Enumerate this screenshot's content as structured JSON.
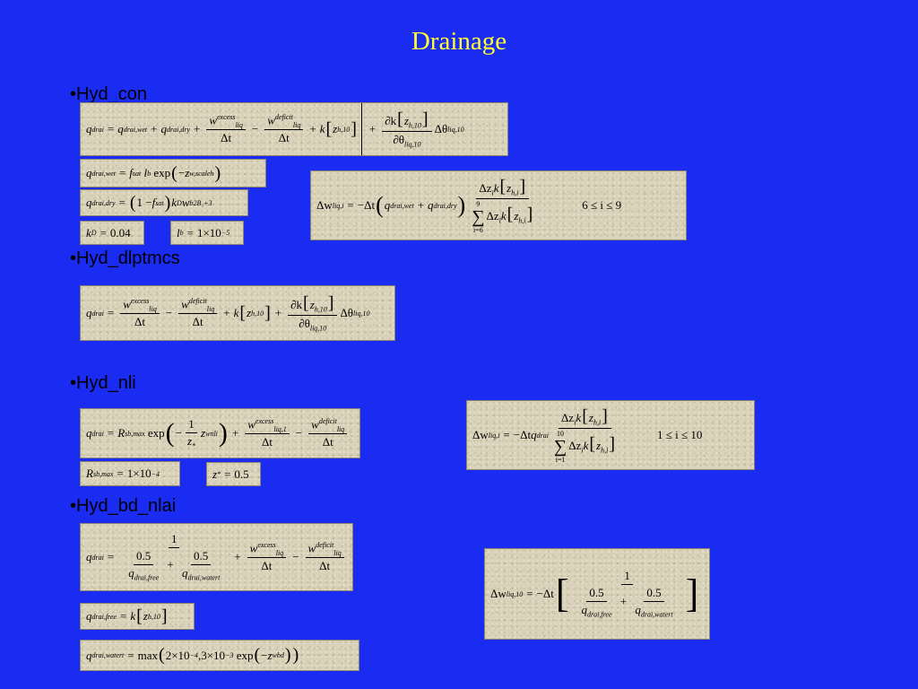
{
  "slide": {
    "title": "Drainage",
    "bullets": {
      "hyd_con": "•Hyd_con",
      "hyd_dlptmcs": "•Hyd_dlptmcs",
      "hyd_nli": "•Hyd_nli",
      "hyd_bd_nlai": "•Hyd_bd_nlai"
    },
    "symbols": {
      "eq": "=",
      "plus": "+",
      "minus": "−",
      "dt": "Δt",
      "mdt": "−Δt",
      "exp": "exp",
      "max": "max",
      "q": "q",
      "w": "w",
      "k": "k",
      "z": "z",
      "f": "f",
      "l": "l",
      "R": "R",
      "dw": "Δw",
      "dzk": "Δz",
      "dk": "∂k",
      "dtheta": "∂θ",
      "Dtheta": "Δθ",
      "one": "1",
      "half": "0.5"
    },
    "subs": {
      "drai": "drai",
      "drai_wet": "drai,wet",
      "drai_dry": "drai,dry",
      "drai_free": "drai,free",
      "drai_watert": "drai,watert",
      "liq": "liq",
      "liq1": "liq,1",
      "liq_i": "liq,i",
      "liq10": "liq,10",
      "liq_10": "liq,10",
      "h10": "h,10",
      "hi": "h,i",
      "i": "i",
      "sat": "sat",
      "b": "b",
      "D": "D",
      "w_scaleh": "w,scaleh",
      "w": "w",
      "sb_max": "sb,max",
      "star": "*",
      "sum_lo_6": "i=6",
      "sum_lo_1": "i=1"
    },
    "sups": {
      "excess": "excess",
      "deficit": "deficit",
      "nli": "nli",
      "bd": "bd",
      "twoB": "2B₁+3",
      "sum_hi_9": "9",
      "sum_hi_10": "10"
    },
    "values": {
      "kD": "0.04",
      "lb": "1×10",
      "lb_exp": "−5",
      "Rsb": "1×10",
      "Rsb_exp": "−4",
      "zstar": "0.5",
      "range_6_9": "6 ≤ i ≤ 9",
      "range_1_10": "1 ≤ i ≤ 10",
      "max_args_a": "2×10",
      "max_args_a_exp": "−4",
      "max_args_b": ",3×10",
      "max_args_b_exp": "−3",
      "one_minus": "1 − ",
      "neg_z": "−",
      "neg_one_over": "−"
    }
  }
}
